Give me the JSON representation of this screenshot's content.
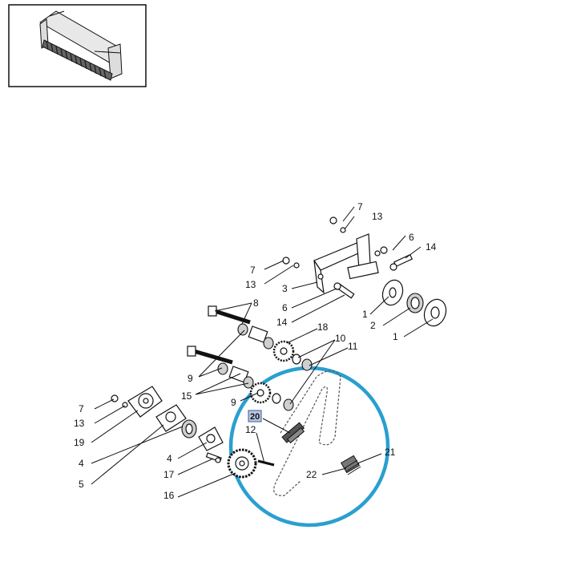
{
  "thumbnail": {
    "icon": "roller-assembly-thumbnail-icon"
  },
  "highlight": {
    "color": "#2a9fd0"
  },
  "callouts": [
    {
      "id": "c7a",
      "text": "7"
    },
    {
      "id": "c13a",
      "text": "13"
    },
    {
      "id": "c6a",
      "text": "6"
    },
    {
      "id": "c14a",
      "text": "14"
    },
    {
      "id": "c7b",
      "text": "7"
    },
    {
      "id": "c13b",
      "text": "13"
    },
    {
      "id": "c3",
      "text": "3"
    },
    {
      "id": "c6b",
      "text": "6"
    },
    {
      "id": "c14b",
      "text": "14"
    },
    {
      "id": "c1a",
      "text": "1"
    },
    {
      "id": "c2",
      "text": "2"
    },
    {
      "id": "c1b",
      "text": "1"
    },
    {
      "id": "c8",
      "text": "8"
    },
    {
      "id": "c18",
      "text": "18"
    },
    {
      "id": "c10",
      "text": "10"
    },
    {
      "id": "c11",
      "text": "11"
    },
    {
      "id": "c9a",
      "text": "9"
    },
    {
      "id": "c15",
      "text": "15"
    },
    {
      "id": "c9b",
      "text": "9"
    },
    {
      "id": "c7c",
      "text": "7"
    },
    {
      "id": "c13c",
      "text": "13"
    },
    {
      "id": "c20",
      "text": "20"
    },
    {
      "id": "c12",
      "text": "12"
    },
    {
      "id": "c19",
      "text": "19"
    },
    {
      "id": "c4a",
      "text": "4"
    },
    {
      "id": "c4b",
      "text": "4"
    },
    {
      "id": "c5",
      "text": "5"
    },
    {
      "id": "c17",
      "text": "17"
    },
    {
      "id": "c16",
      "text": "16"
    },
    {
      "id": "c21",
      "text": "21"
    },
    {
      "id": "c22",
      "text": "22"
    }
  ]
}
